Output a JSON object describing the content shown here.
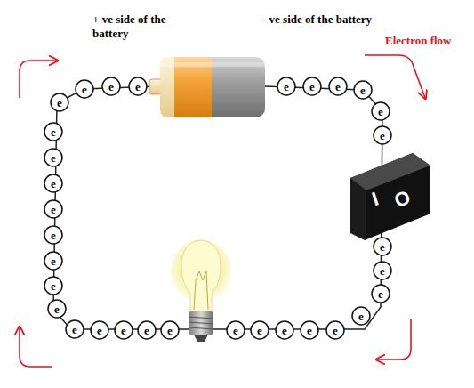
{
  "diagram": {
    "nodes": [
      {
        "text": [
          "e"
        ]
      },
      {
        "text": [
          "e"
        ]
      },
      {
        "text": [
          "e"
        ]
      },
      {
        "text": [
          "e"
        ]
      },
      {
        "text": [
          "e"
        ]
      },
      {
        "text": [
          "e"
        ]
      },
      {
        "text": [
          "e"
        ]
      },
      {
        "text": [
          "e"
        ]
      },
      {
        "text": [
          "e"
        ]
      },
      {
        "text": [
          "e"
        ]
      },
      {
        "text": [
          "e"
        ]
      },
      {
        "text": [
          "e"
        ]
      },
      {
        "text": [
          "e"
        ]
      },
      {
        "text": [
          "e"
        ]
      },
      {
        "text": [
          "e"
        ]
      },
      {
        "text": [
          "e"
        ]
      },
      {
        "text": [
          "e"
        ]
      },
      {
        "text": [
          "e"
        ]
      },
      {
        "text": [
          "e"
        ]
      },
      {
        "text": [
          "e"
        ]
      },
      {
        "text": [
          "e"
        ]
      },
      {
        "text": [
          "e"
        ]
      },
      {
        "text": [
          "e"
        ]
      },
      {
        "text": [
          "e"
        ]
      },
      {
        "text": [
          "e"
        ]
      },
      {
        "text": [
          "e"
        ]
      },
      {
        "text": [
          "e"
        ]
      },
      {
        "text": [
          "e"
        ]
      },
      {
        "text": [
          "e"
        ]
      },
      {
        "text": [
          "e"
        ]
      },
      {
        "text": [
          "e"
        ]
      },
      {
        "text": [
          "e"
        ]
      },
      {
        "text": [
          "I",
          "O"
        ]
      }
    ],
    "labels": [
      "+ ve side of the battery",
      "- ve side of the battery",
      "Electron flow"
    ]
  }
}
